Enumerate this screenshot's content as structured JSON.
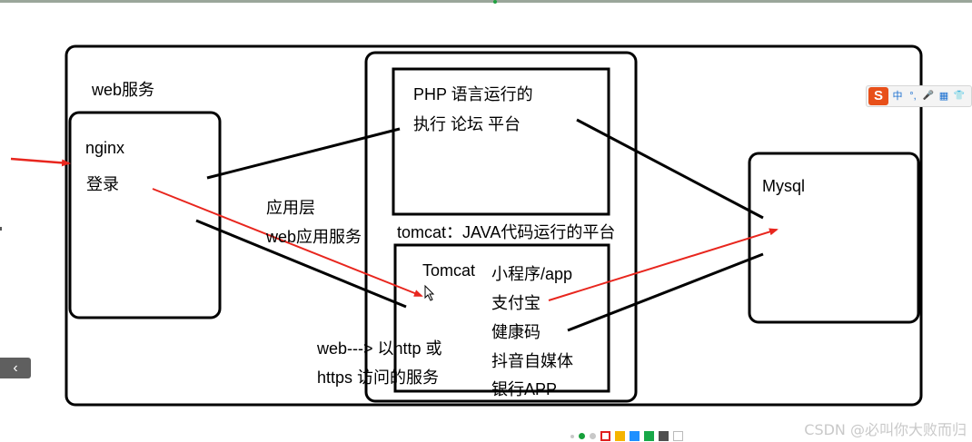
{
  "outer_box": {
    "label": "web服务"
  },
  "nginx_box": {
    "title": "nginx",
    "subtitle": "登录"
  },
  "middle_labels": {
    "app_layer": "应用层",
    "web_app_service": "web应用服务"
  },
  "php_box": {
    "line1": "PHP 语言运行的",
    "line2": "执行 论坛 平台"
  },
  "tomcat_caption": "tomcat：JAVA代码运行的平台",
  "tomcat_box": {
    "title": "Tomcat",
    "items": [
      "小程序/app",
      "支付宝",
      "健康码",
      "抖音自媒体",
      "银行APP"
    ]
  },
  "web_note": {
    "line1": "web---> 以http 或",
    "line2": "https 访问的服务"
  },
  "mysql_box": {
    "title": "Mysql"
  },
  "ime_toolbar": {
    "logo": "S",
    "items": [
      {
        "icon": "chinese-mode",
        "glyph": "中"
      },
      {
        "icon": "punctuation-icon",
        "glyph": "°,"
      },
      {
        "icon": "microphone-icon",
        "glyph": "🎤"
      },
      {
        "icon": "keyboard-icon",
        "glyph": "▦"
      },
      {
        "icon": "skin-icon",
        "glyph": "👕"
      }
    ]
  },
  "side_tab": {
    "icon": "chevron-left-icon",
    "glyph": "‹"
  },
  "pager": {
    "active_index": 1,
    "swatches": [
      "#e02020",
      "#f5b400",
      "#1e90ff",
      "#18a848",
      "#505050",
      "#ffffff"
    ]
  },
  "watermark": "CSDN @必叫你大败而归",
  "colors": {
    "stroke": "#000000",
    "arrow_red": "#e8261e"
  }
}
